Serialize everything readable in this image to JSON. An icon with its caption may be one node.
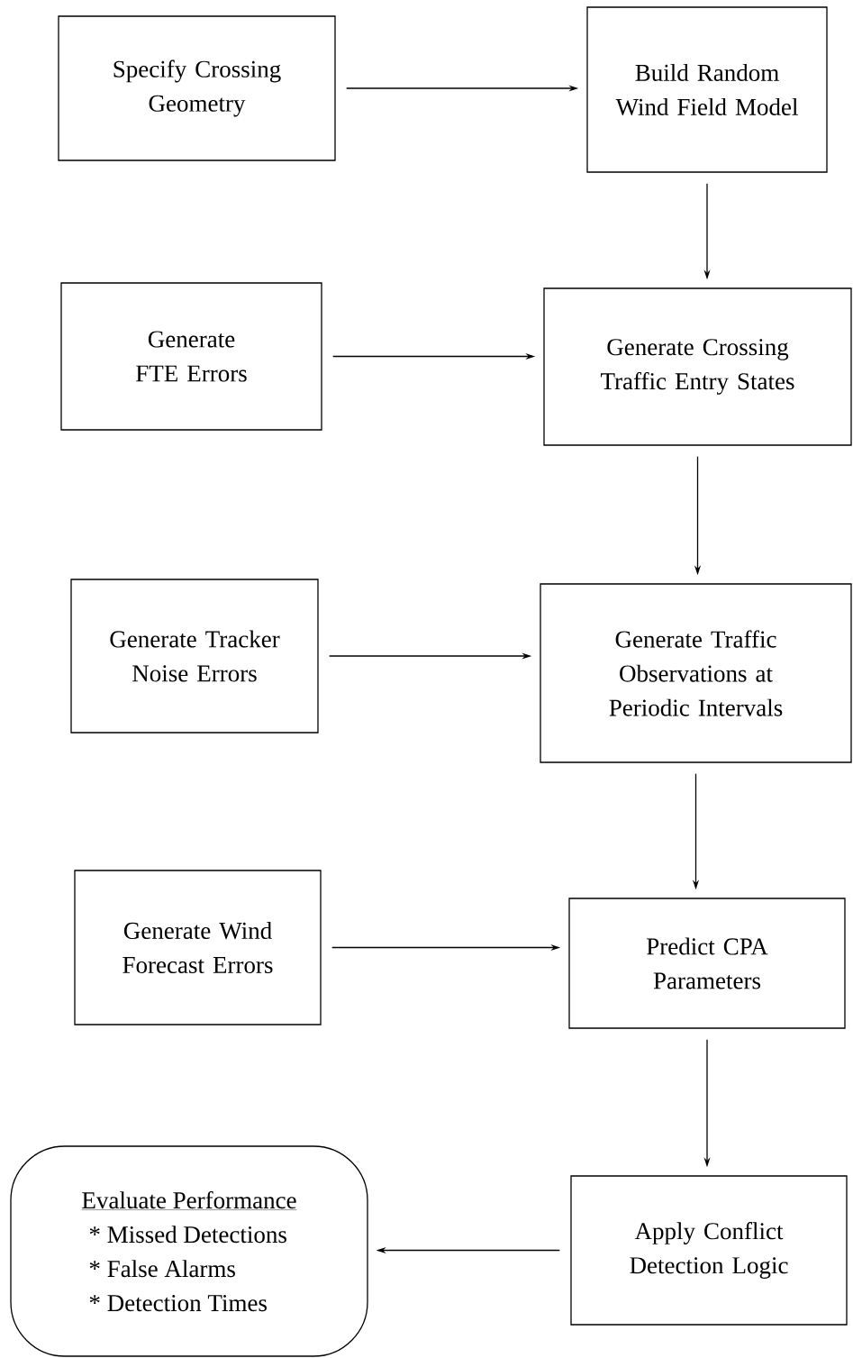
{
  "diagram": {
    "nodes": [
      {
        "text": [
          "Specify Crossing Geometry"
        ]
      },
      {
        "text": [
          "Build Random Wind Field Model"
        ]
      },
      {
        "text": [
          "Generate FTE Errors"
        ]
      },
      {
        "text": [
          "Generate Crossing Traffic Entry States"
        ]
      },
      {
        "text": [
          "Generate Tracker Noise Errors"
        ]
      },
      {
        "text": [
          "Generate Traffic Observations at Periodic Intervals"
        ]
      },
      {
        "text": [
          "Generate Wind Forecast Errors"
        ]
      },
      {
        "text": [
          "Predict CPA Parameters"
        ]
      },
      {
        "text": [
          "Evaluate Performance",
          "*  Missed Detections",
          "*  False Alarms",
          "*  Detection Times"
        ]
      },
      {
        "text": [
          "Apply Conflict Detection Logic"
        ]
      }
    ],
    "edges": [
      {
        "from": 0,
        "to": 1,
        "arrow": "to"
      },
      {
        "from": 1,
        "to": 3,
        "arrow": "to"
      },
      {
        "from": 2,
        "to": 3,
        "arrow": "to"
      },
      {
        "from": 3,
        "to": 5,
        "arrow": "to"
      },
      {
        "from": 4,
        "to": 5,
        "arrow": "to"
      },
      {
        "from": 5,
        "to": 7,
        "arrow": "to"
      },
      {
        "from": 6,
        "to": 7,
        "arrow": "to"
      },
      {
        "from": 7,
        "to": 9,
        "arrow": "to"
      },
      {
        "from": 9,
        "to": 8,
        "arrow": "to"
      }
    ]
  }
}
